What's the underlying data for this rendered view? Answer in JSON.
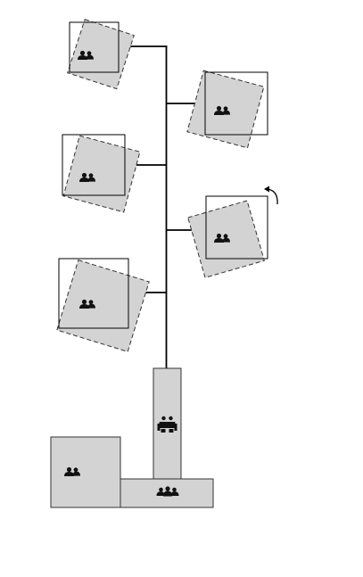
{
  "diagram": {
    "colors": {
      "room_fill": "#d3d3d3",
      "stroke": "#000000",
      "icon": "#111111"
    },
    "rotated_rooms": [
      {
        "id": "room-1",
        "side": "left",
        "icon": "two-people-icon"
      },
      {
        "id": "room-2",
        "side": "right",
        "icon": "two-people-icon"
      },
      {
        "id": "room-3",
        "side": "left",
        "icon": "two-people-icon"
      },
      {
        "id": "room-4",
        "side": "right",
        "icon": "two-people-icon",
        "indicator": "rotate-arrow-icon"
      },
      {
        "id": "room-5",
        "side": "left",
        "icon": "two-people-icon"
      }
    ],
    "base_blocks": [
      {
        "id": "stem-block",
        "icon": "meeting-table-icon"
      },
      {
        "id": "wide-block",
        "icon": "group-icon"
      },
      {
        "id": "square-block",
        "icon": "two-people-icon"
      }
    ]
  }
}
